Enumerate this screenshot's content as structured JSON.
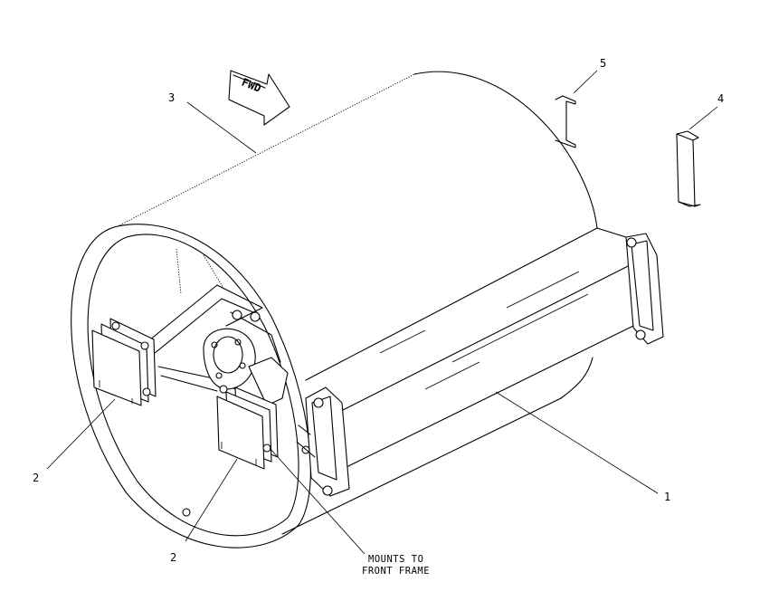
{
  "callouts": {
    "c1": "1",
    "c2a": "2",
    "c2b": "2",
    "c3": "3",
    "c4": "4",
    "c5": "5"
  },
  "fwd_label": "FWD",
  "mounts_note": {
    "line1": "MOUNTS TO",
    "line2": "FRONT FRAME"
  }
}
